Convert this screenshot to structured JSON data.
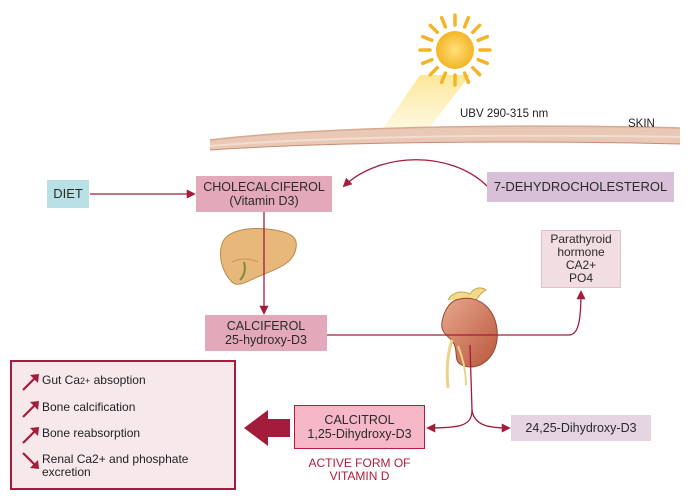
{
  "labels": {
    "uvb": "UBV 290-315 nm",
    "skin": "SKIN"
  },
  "nodes": {
    "diet": "DIET",
    "cholecalciferol": [
      "CHOLECALCIFEROL",
      "(Vitamin D3)"
    ],
    "dehydrocholesterol": "7-DEHYDROCHOLESTEROL",
    "parathyroid": [
      "Parathyroid",
      "hormone",
      "CA2+",
      "PO4"
    ],
    "calciferol": [
      "CALCIFEROL",
      "25-hydroxy-D3"
    ],
    "calcitrol": [
      "CALCITROL",
      "1,25-Dihydroxy-D3"
    ],
    "dihydroxy_24_25": "24,25-Dihydroxy-D3",
    "active_form": [
      "ACTIVE FORM OF",
      "VITAMIN D"
    ]
  },
  "effects": [
    {
      "text": "Gut Ca",
      "sub": "2+",
      "rest": " absoption",
      "direction": "up"
    },
    {
      "text": "Bone calcification",
      "direction": "up"
    },
    {
      "text": "Bone reabsorption",
      "direction": "up"
    },
    {
      "lines": [
        "Renal Ca2+ and phosphate",
        "excretion"
      ],
      "direction": "down"
    }
  ],
  "icons": {
    "sun": "sun-icon",
    "liver": "liver-icon",
    "kidney": "kidney-icon",
    "effect_up": "arrow-up-right-icon",
    "effect_down": "arrow-down-right-icon",
    "big_arrow": "big-left-arrow-icon"
  },
  "colors": {
    "arrow": "#a31c3b",
    "sun": "#f6b82a",
    "skin": "#e9c8b5",
    "box_pink": "#e3a9bb",
    "box_blue": "#b9e0e4",
    "box_purple": "#d8c0d8",
    "calcitrol": "#f6b7c9"
  }
}
